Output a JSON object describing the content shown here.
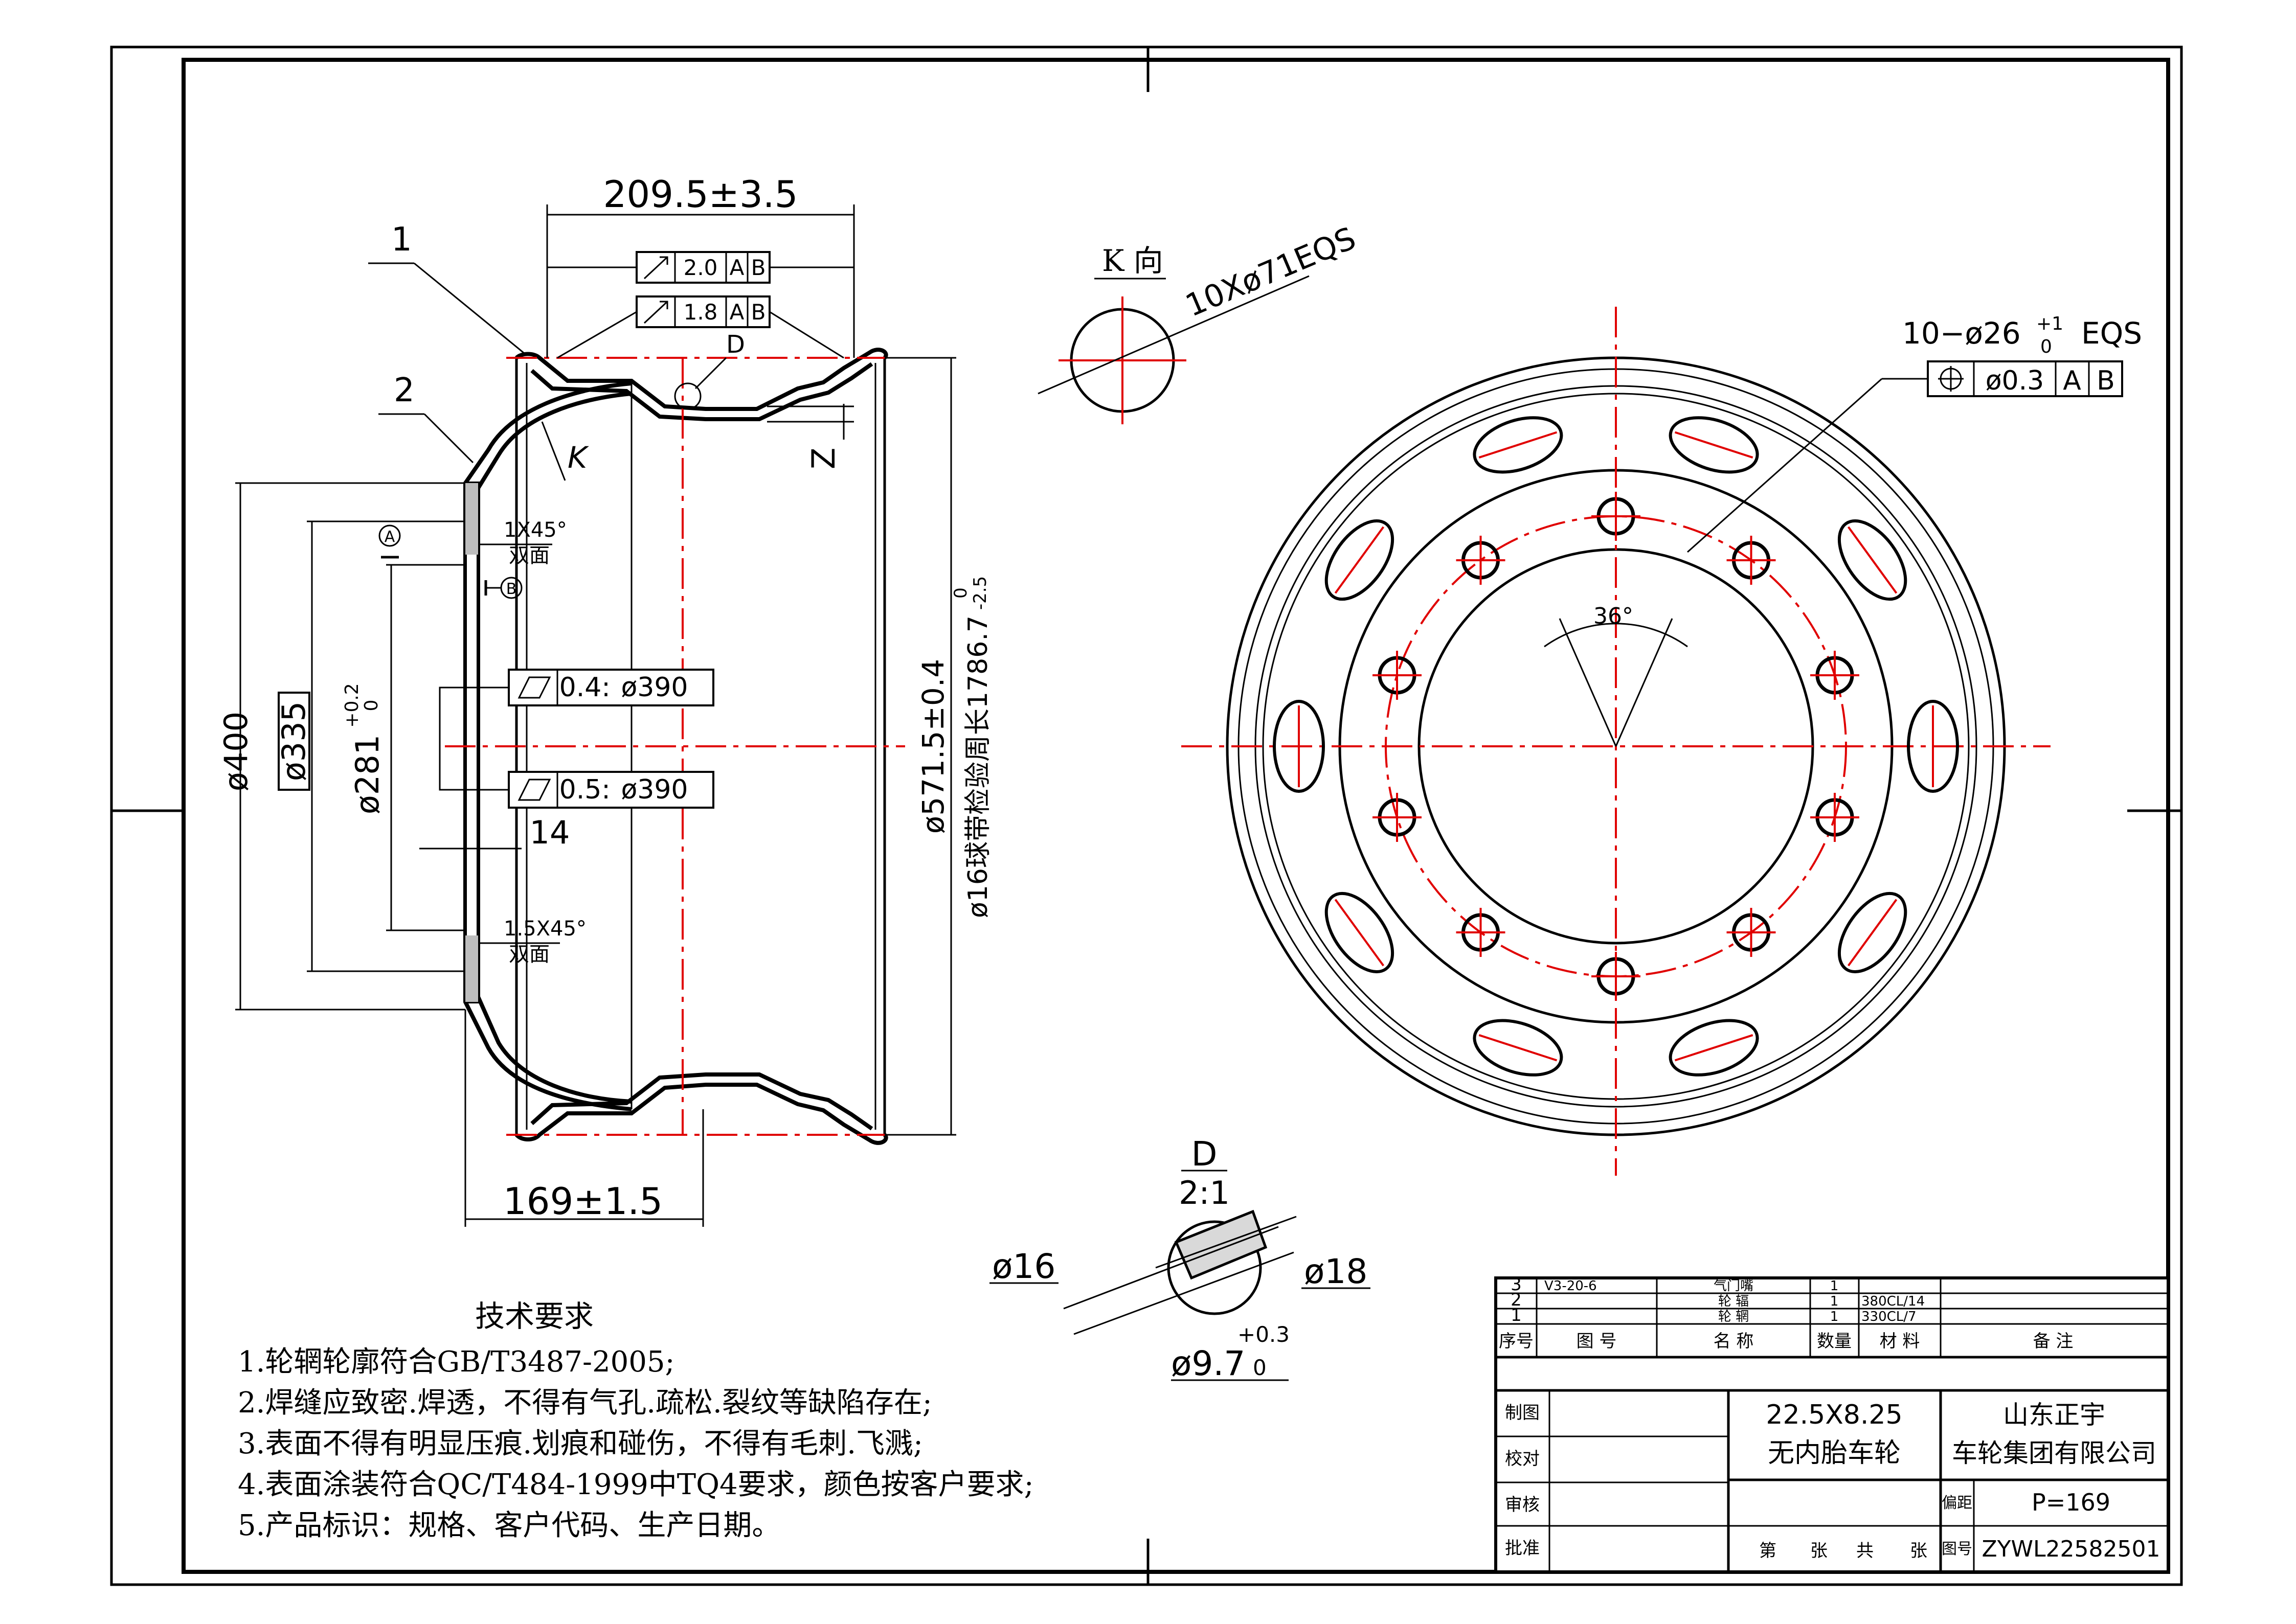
{
  "drawing": {
    "dims": {
      "top_width": "209.5±3.5",
      "bottom_width": "169±1.5",
      "dia_400": "ø400",
      "dia_335": "ø335",
      "dia_281": "ø281",
      "dia_281_tol_upper": "+0.2",
      "dia_281_tol_lower": "0",
      "dia_571": "ø571.5±0.4",
      "dia_16_circ": "ø16球带检验周长1786.7",
      "dia_16_tol_upper": "0",
      "dia_16_tol_lower": "-2.5",
      "offset_14": "14",
      "chamfer_top": "1X45°",
      "chamfer_top_note": "双面",
      "chamfer_bottom": "1.5X45°",
      "chamfer_bottom_note": "双面",
      "label_z": "Z",
      "label_k": "K",
      "label_d": "D",
      "datum_a": "A",
      "datum_b": "B",
      "balloon_1": "1",
      "balloon_2": "2"
    },
    "runout_top": {
      "value": "2.0",
      "ref1": "A",
      "ref2": "B"
    },
    "runout_mid": {
      "value": "1.8",
      "ref1": "A",
      "ref2": "B"
    },
    "flatness_1": {
      "value": "0.4",
      "sep": ":",
      "dia": "ø390"
    },
    "flatness_2": {
      "value": "0.5",
      "sep": ":",
      "dia": "ø390"
    },
    "k_view": {
      "title": "K 向",
      "note": "10Xø71EQS"
    },
    "holes": {
      "callout_text": "10−ø26",
      "tol_upper": "+1",
      "tol_lower": "0",
      "eqs": "EQS",
      "position_value": "ø0.3",
      "ref1": "A",
      "ref2": "B",
      "angle": "36°"
    },
    "detail_d": {
      "title": "D",
      "scale": "2:1",
      "d16": "ø16",
      "d18": "ø18",
      "d97": "ø9.7",
      "d97_tol_upper": "+0.3",
      "d97_tol_lower": "0"
    }
  },
  "tech_requirements": {
    "title": "技术要求",
    "items": [
      "1.轮辋轮廓符合GB/T3487-2005;",
      "2.焊缝应致密.焊透，不得有气孔.疏松.裂纹等缺陷存在;",
      "3.表面不得有明显压痕.划痕和碰伤，不得有毛刺.飞溅;",
      "4.表面涂装符合QC/T484-1999中TQ4要求，颜色按客户要求;",
      "5.产品标识：规格、客户代码、生产日期。"
    ]
  },
  "title_block": {
    "parts": [
      {
        "no": "3",
        "code": "V3-20-6",
        "name": "气门嘴",
        "qty": "1",
        "material": "",
        "remark": ""
      },
      {
        "no": "2",
        "code": "",
        "name": "轮 辐",
        "qty": "1",
        "material": "380CL/14",
        "remark": ""
      },
      {
        "no": "1",
        "code": "",
        "name": "轮 辋",
        "qty": "1",
        "material": "330CL/7",
        "remark": ""
      }
    ],
    "headers": {
      "no": "序号",
      "code": "图 号",
      "name": "名 称",
      "qty": "数量",
      "material": "材 料",
      "remark": "备 注"
    },
    "roles": [
      "制图",
      "校对",
      "审核",
      "批准"
    ],
    "product_line1": "22.5X8.25",
    "product_line2": "无内胎车轮",
    "company_line1": "山东正宇",
    "company_line2": "车轮集团有限公司",
    "offset_label": "偏距",
    "offset_value": "P=169",
    "drawing_no_label": "图号",
    "drawing_no": "ZYWL22582501",
    "sheet_info": {
      "di": "第",
      "zhang1": "张",
      "gong": "共",
      "zhang2": "张"
    }
  }
}
